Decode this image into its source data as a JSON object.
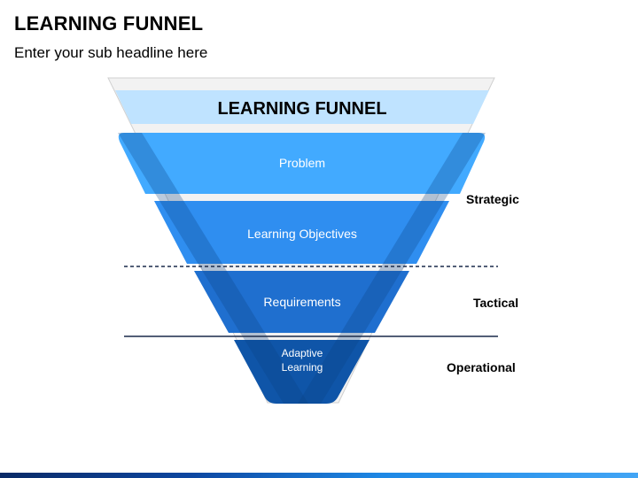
{
  "title": "LEARNING FUNNEL",
  "subtitle": "Enter your sub headline here",
  "funnel": {
    "header": "LEARNING FUNNEL",
    "tiers": [
      {
        "label": "Problem",
        "color": "#42aaff"
      },
      {
        "label": "Learning Objectives",
        "color": "#2f8ef0"
      },
      {
        "label": "Requirements",
        "color": "#1f6fcf"
      },
      {
        "label_line1": "Adaptive",
        "label_line2": "Learning",
        "color": "#0f55a8"
      }
    ],
    "header_color": "#bfe3ff",
    "cone_color": "#5b9bd5"
  },
  "side_labels": {
    "strategic": "Strategic",
    "tactical": "Tactical",
    "operational": "Operational"
  }
}
